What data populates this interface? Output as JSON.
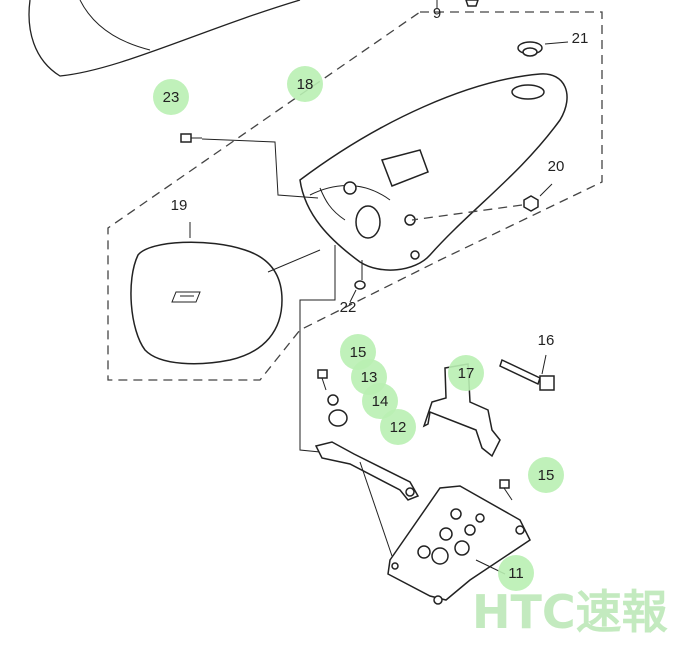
{
  "callouts": [
    {
      "id": "9",
      "highlighted": false
    },
    {
      "id": "21",
      "highlighted": false
    },
    {
      "id": "23",
      "highlighted": true
    },
    {
      "id": "18",
      "highlighted": true
    },
    {
      "id": "20",
      "highlighted": false
    },
    {
      "id": "19",
      "highlighted": false
    },
    {
      "id": "22",
      "highlighted": false
    },
    {
      "id": "16",
      "highlighted": false
    },
    {
      "id": "15",
      "highlighted": true
    },
    {
      "id": "13",
      "highlighted": true
    },
    {
      "id": "17",
      "highlighted": true
    },
    {
      "id": "14",
      "highlighted": true
    },
    {
      "id": "12",
      "highlighted": true
    },
    {
      "id": "15",
      "highlighted": true
    },
    {
      "id": "11",
      "highlighted": true
    }
  ],
  "highlight_color": "#b9f0b3",
  "watermark": "HTC速報"
}
